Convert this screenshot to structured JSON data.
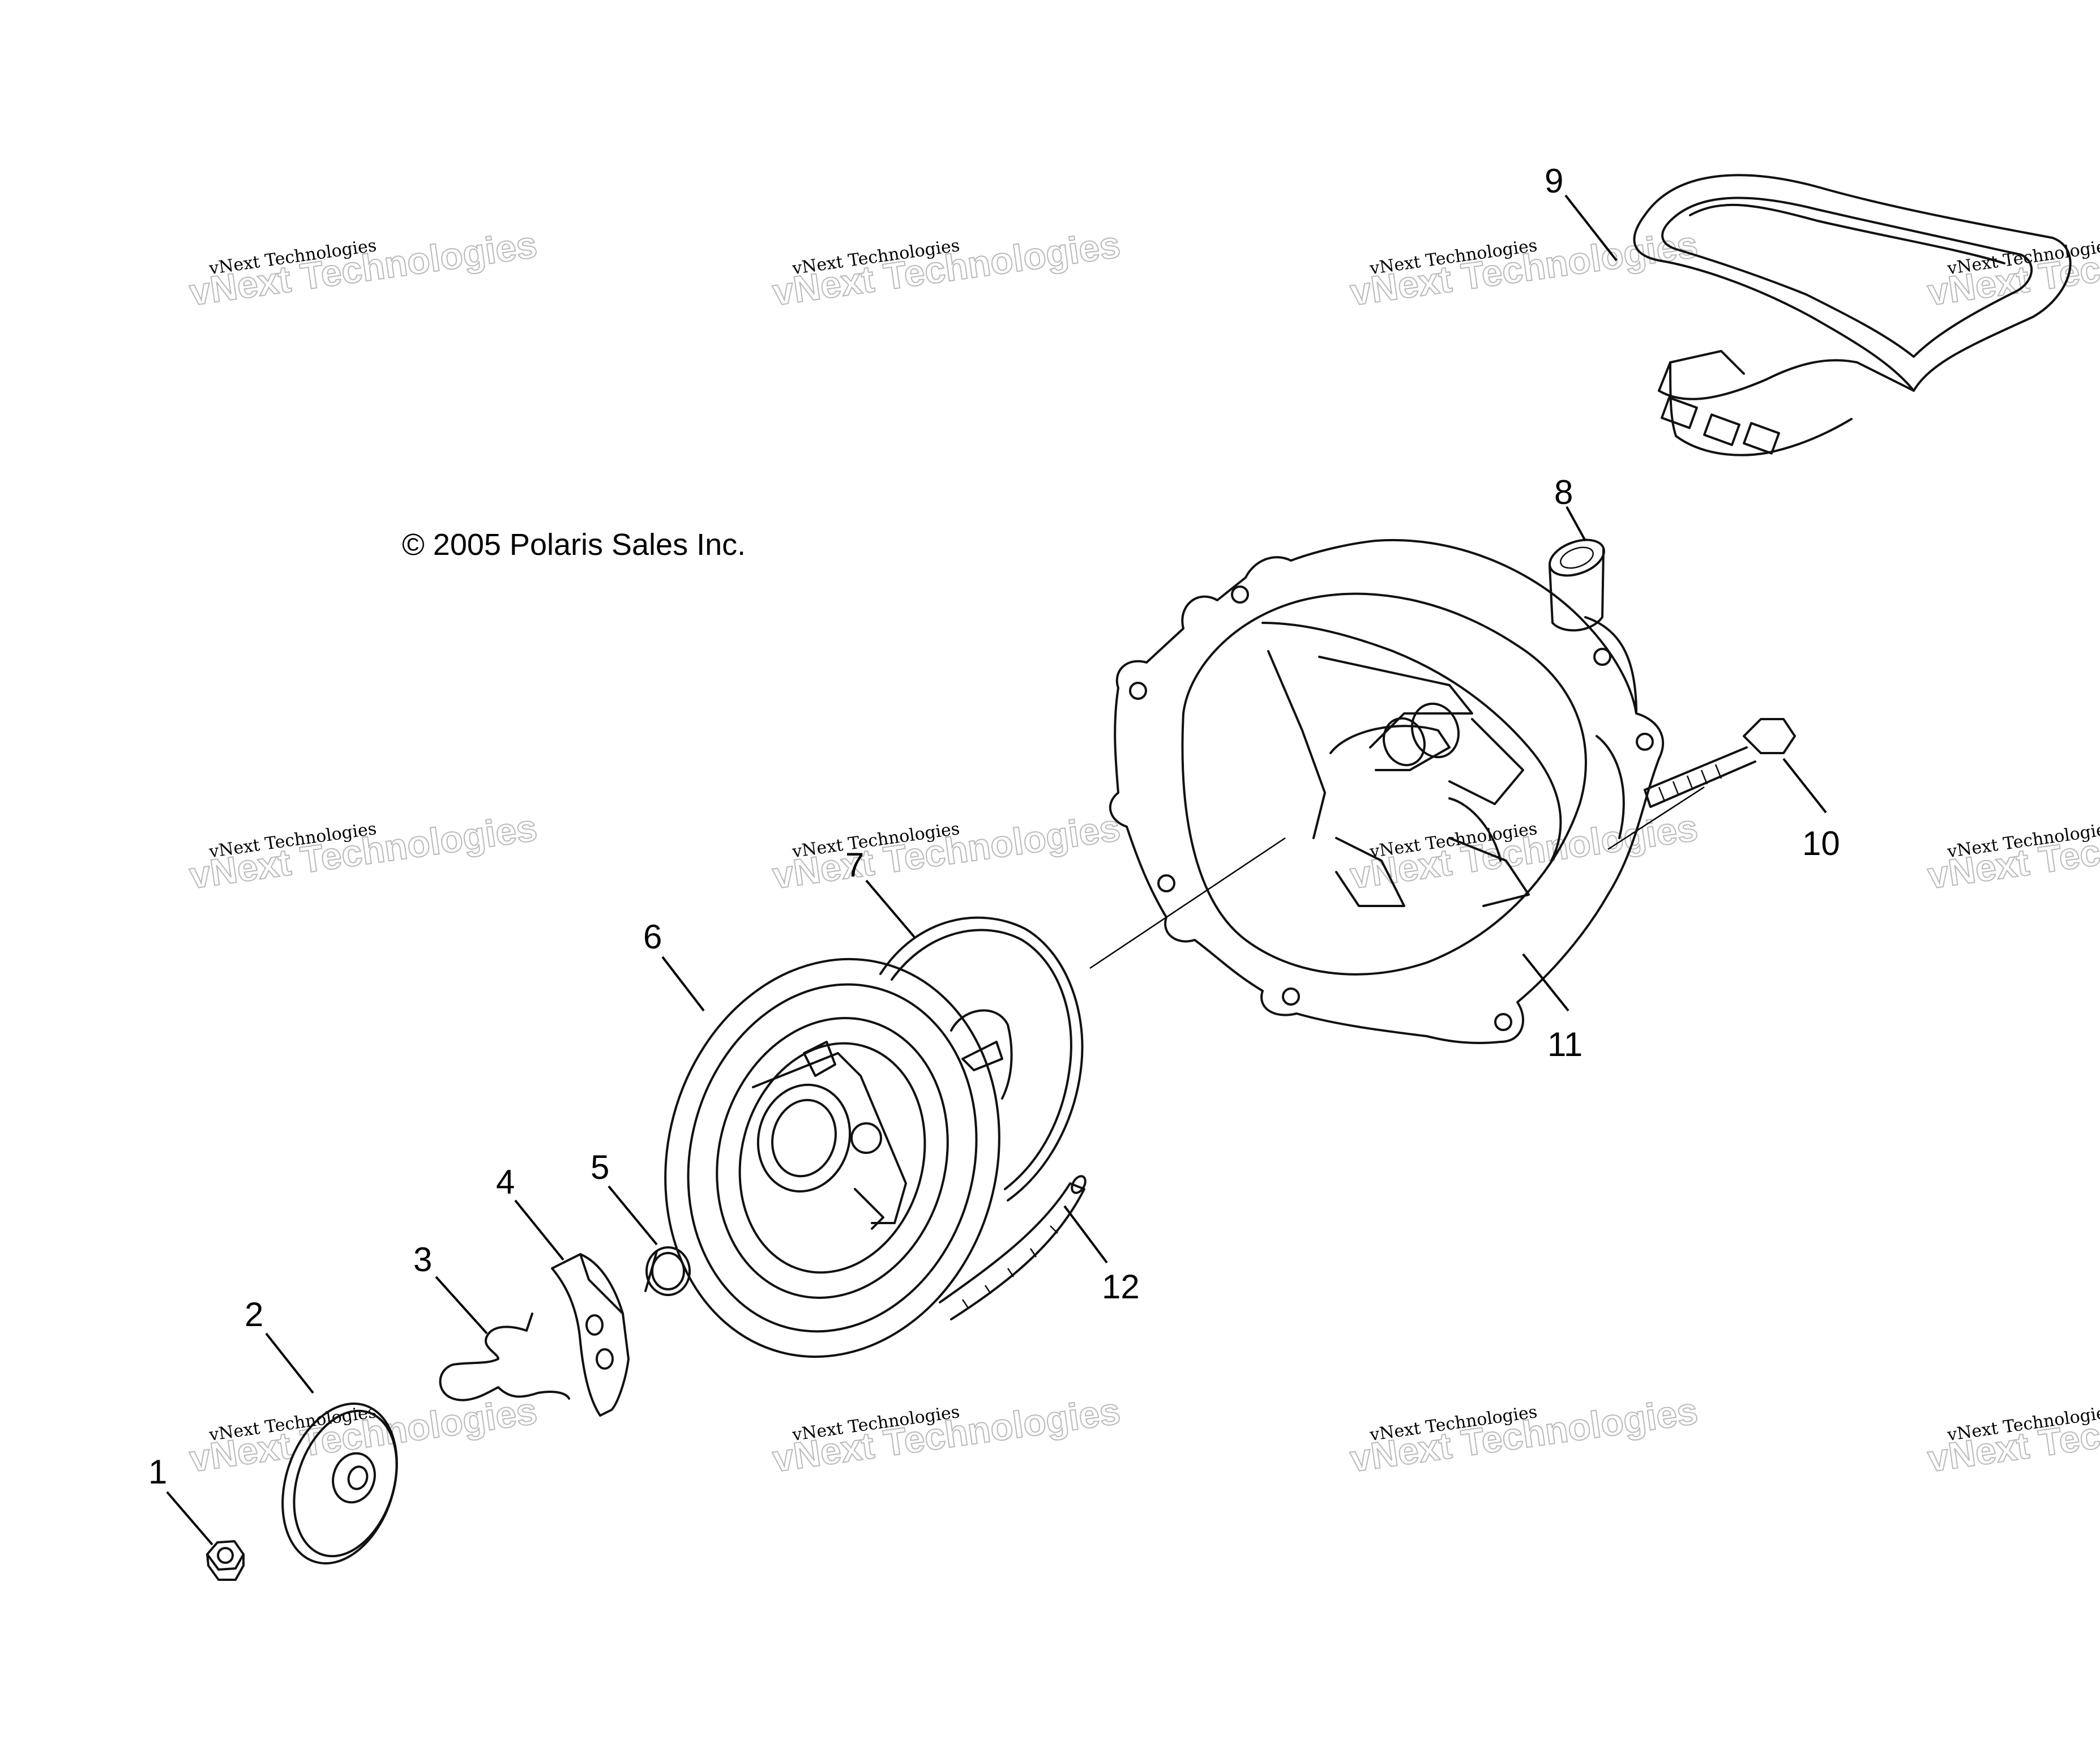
{
  "copyright": "© 2005 Polaris Sales Inc.",
  "watermark": {
    "line1": "vNext Technologies",
    "line2": "vNext Technologies"
  },
  "callouts": {
    "c1": "1",
    "c2": "2",
    "c3": "3",
    "c4": "4",
    "c5": "5",
    "c6": "6",
    "c7": "7",
    "c8": "8",
    "c9": "9",
    "c10": "10",
    "c11": "11",
    "c12": "12"
  }
}
